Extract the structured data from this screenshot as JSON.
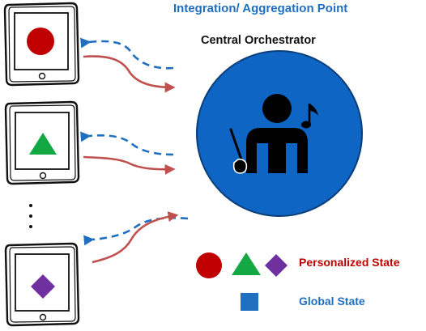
{
  "header": {
    "aggregation_title": "Integration/ Aggregation Point",
    "orchestrator_title": "Central Orchestrator"
  },
  "legend": {
    "personalized_label": "Personalized State",
    "global_label": "Global State"
  },
  "colors": {
    "blue_text": "#1f6fc0",
    "personal_text": "#c00000",
    "orchestrator_fill": "#0f65c4",
    "circle_state": "#c00000",
    "triangle_state": "#14a844",
    "diamond_state": "#7030a0",
    "square_state": "#1f6fc0",
    "arrow_blue": "#1f6fc0",
    "arrow_red": "#c0504d"
  },
  "icons": {
    "orchestrator": "conductor-icon",
    "devices": [
      "tablet-icon",
      "tablet-icon",
      "tablet-icon"
    ]
  }
}
